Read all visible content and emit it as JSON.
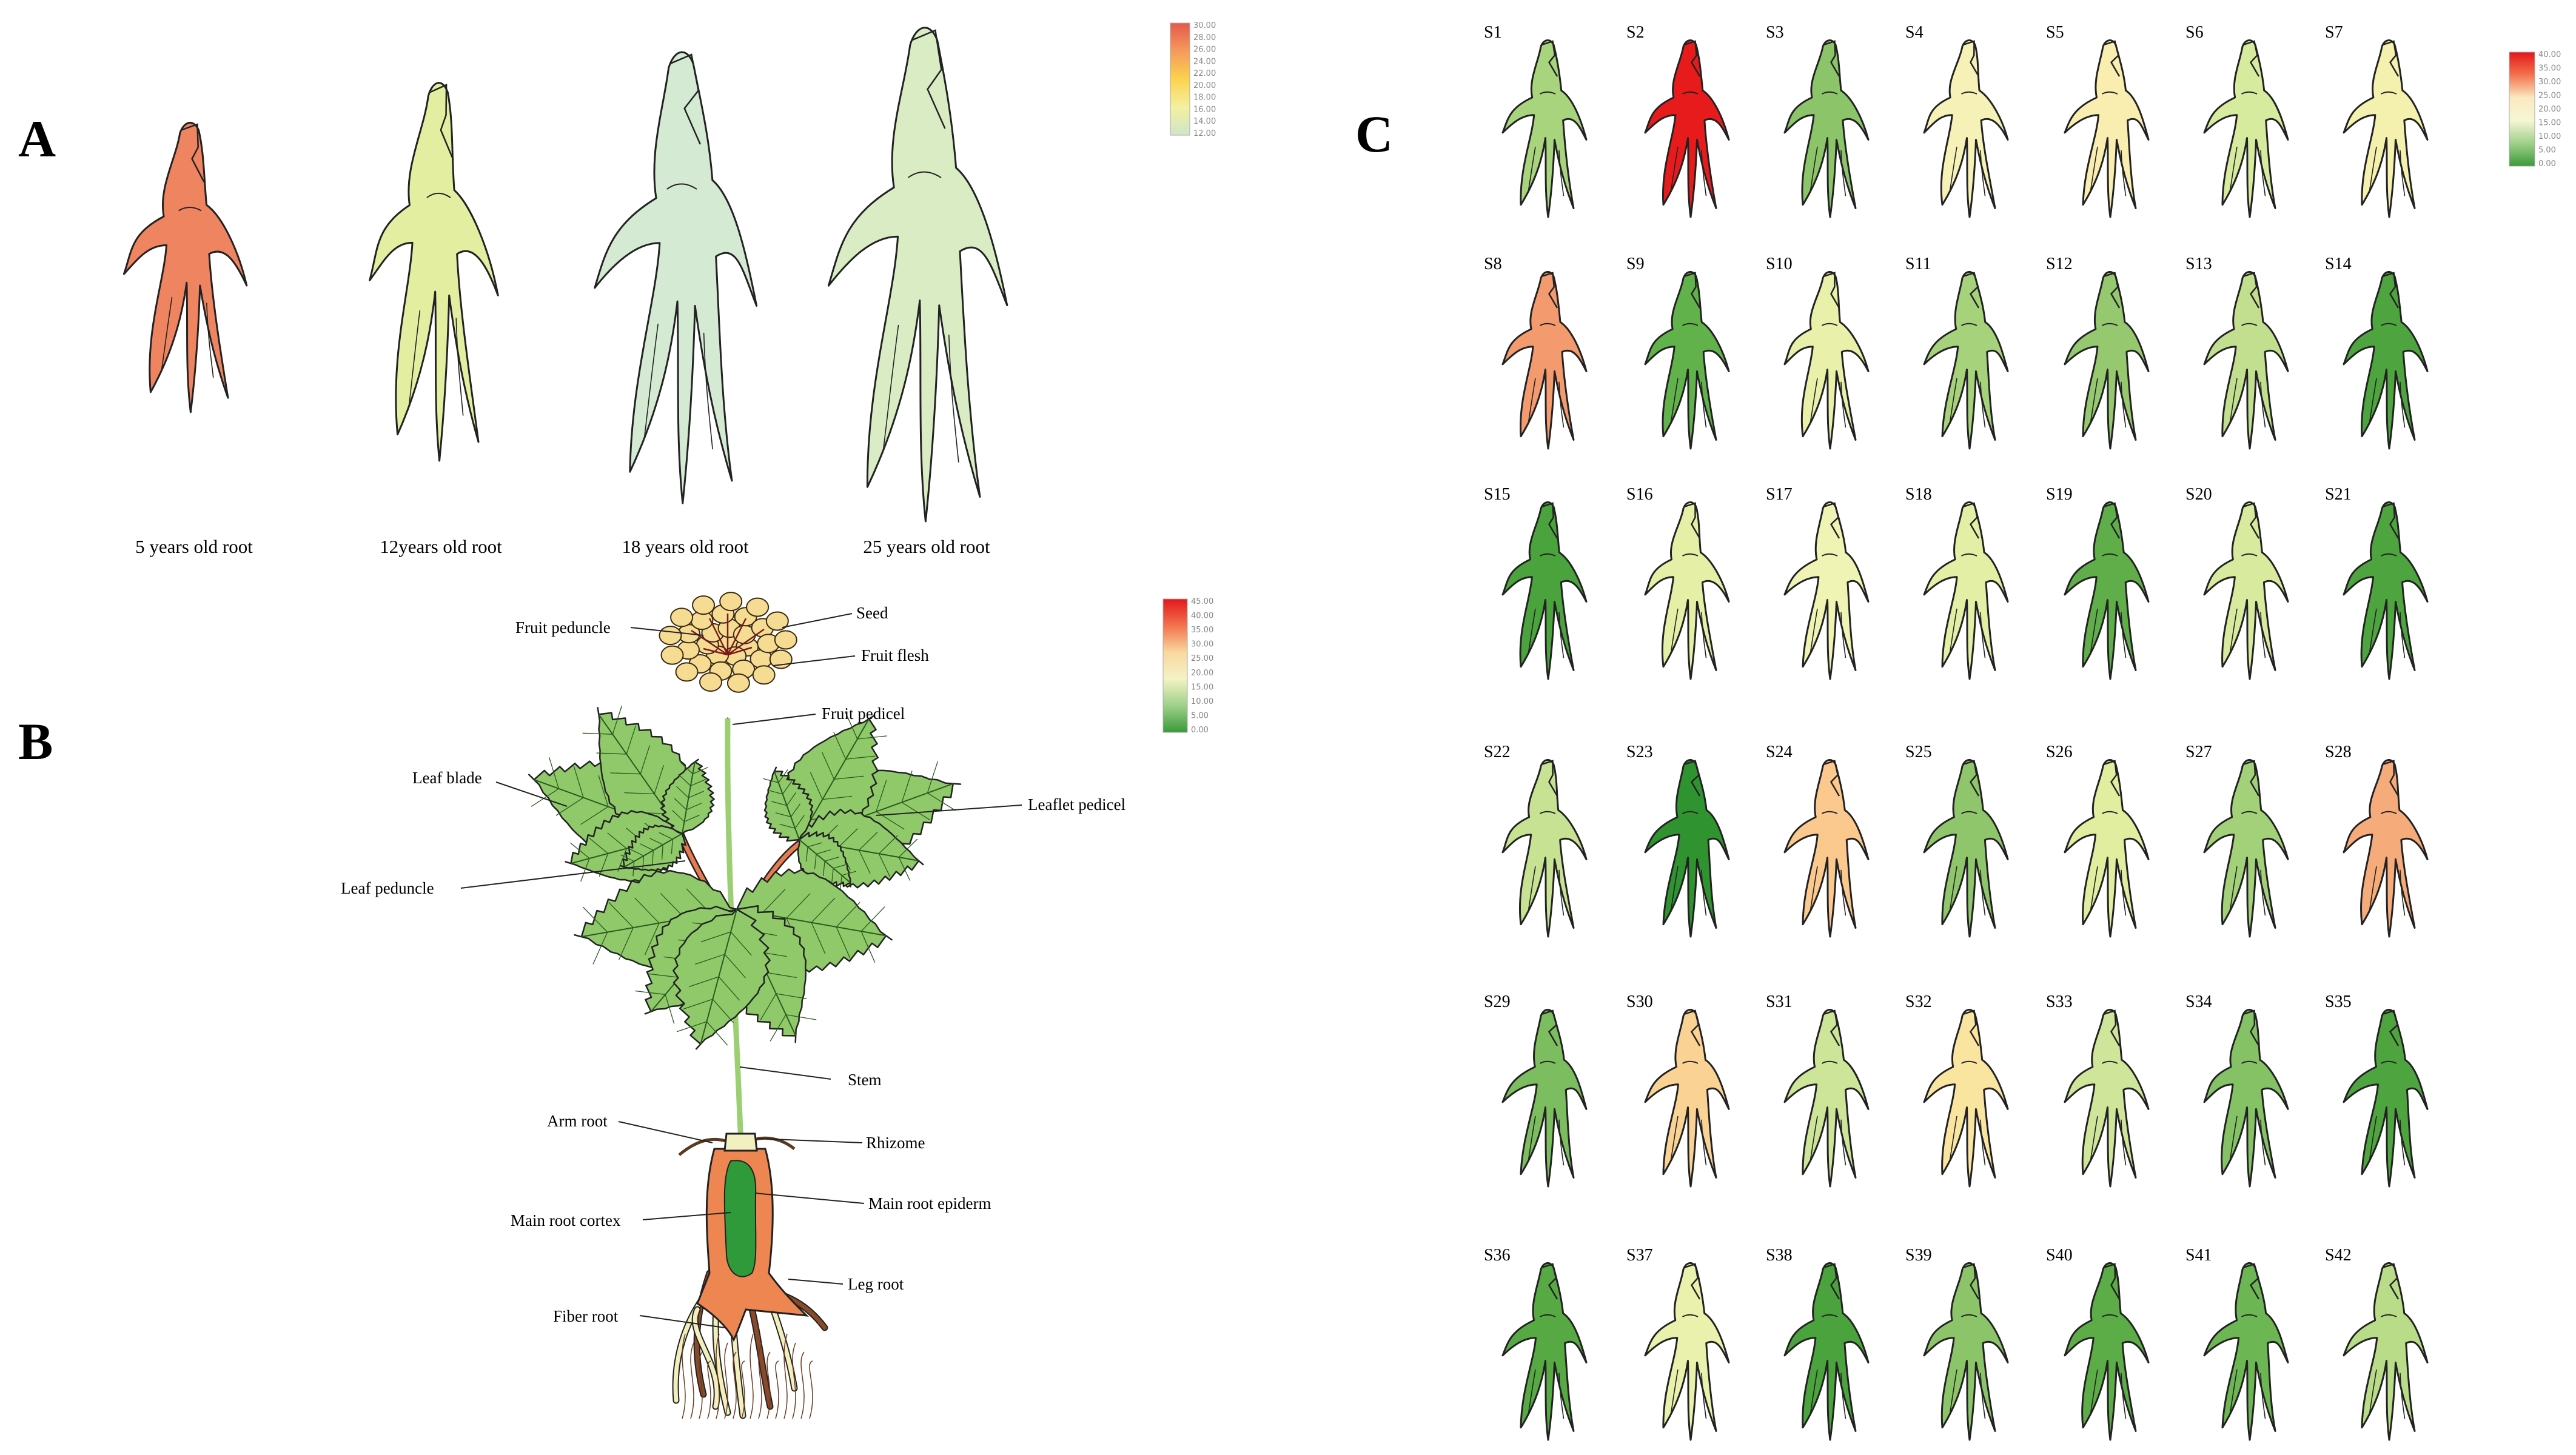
{
  "panels": {
    "a": "A",
    "b": "B",
    "c": "C"
  },
  "panel_a": {
    "captions": [
      "5 years old root",
      "12years old root",
      "18 years old root",
      "25 years old root"
    ],
    "scale": {
      "ticks": [
        "30.00",
        "28.00",
        "26.00",
        "24.00",
        "22.00",
        "20.00",
        "18.00",
        "16.00",
        "14.00",
        "12.00"
      ],
      "colors": [
        "#e4594b",
        "#f59a5c",
        "#fbd34c",
        "#f4f0a0",
        "#cfe6c8"
      ]
    },
    "root_colors": [
      "#ef8460",
      "#e4eea1",
      "#d5ead2",
      "#d9ecc4"
    ]
  },
  "panel_b": {
    "labels": {
      "seed": "Seed",
      "fruit_peduncle": "Fruit peduncle",
      "fruit_flesh": "Fruit flesh",
      "fruit_pedicel": "Fruit pedicel",
      "leaf_blade": "Leaf blade",
      "leaflet_pedicel": "Leaflet pedicel",
      "leaf_peduncle": "Leaf peduncle",
      "stem": "Stem",
      "arm_root": "Arm root",
      "rhizome": "Rhizome",
      "main_root_cortex": "Main root cortex",
      "main_root_epiderm": "Main root epiderm",
      "leg_root": "Leg root",
      "fiber_root": "Fiber root"
    },
    "scale": {
      "ticks": [
        "45.00",
        "40.00",
        "35.00",
        "30.00",
        "25.00",
        "20.00",
        "15.00",
        "10.00",
        "5.00",
        "0.00"
      ],
      "colors": [
        "#e3171c",
        "#f2734d",
        "#f9d8a0",
        "#f3f3c4",
        "#9ed08a",
        "#3a9a3a"
      ]
    }
  },
  "panel_c": {
    "samples": [
      {
        "id": "S1",
        "color": "#a7d47c"
      },
      {
        "id": "S2",
        "color": "#e81b1c"
      },
      {
        "id": "S3",
        "color": "#8cc569"
      },
      {
        "id": "S4",
        "color": "#f6f2b7"
      },
      {
        "id": "S5",
        "color": "#f9eeb0"
      },
      {
        "id": "S6",
        "color": "#d7eb9e"
      },
      {
        "id": "S7",
        "color": "#f4f0ae"
      },
      {
        "id": "S8",
        "color": "#f39a6e"
      },
      {
        "id": "S9",
        "color": "#61b24b"
      },
      {
        "id": "S10",
        "color": "#e8f0aa"
      },
      {
        "id": "S11",
        "color": "#a5d27b"
      },
      {
        "id": "S12",
        "color": "#95c86f"
      },
      {
        "id": "S13",
        "color": "#c2df8f"
      },
      {
        "id": "S14",
        "color": "#4ea43e"
      },
      {
        "id": "S15",
        "color": "#4aa33c"
      },
      {
        "id": "S16",
        "color": "#e5f0a6"
      },
      {
        "id": "S17",
        "color": "#eff3b3"
      },
      {
        "id": "S18",
        "color": "#e4efa6"
      },
      {
        "id": "S19",
        "color": "#5fae49"
      },
      {
        "id": "S20",
        "color": "#d7ea9d"
      },
      {
        "id": "S21",
        "color": "#4ea43e"
      },
      {
        "id": "S22",
        "color": "#c8e294"
      },
      {
        "id": "S23",
        "color": "#2f9330"
      },
      {
        "id": "S24",
        "color": "#fbc98e"
      },
      {
        "id": "S25",
        "color": "#8fc66b"
      },
      {
        "id": "S26",
        "color": "#e1ee9f"
      },
      {
        "id": "S27",
        "color": "#a3d179"
      },
      {
        "id": "S28",
        "color": "#f5ab7a"
      },
      {
        "id": "S29",
        "color": "#7cbe5f"
      },
      {
        "id": "S30",
        "color": "#f9d294"
      },
      {
        "id": "S31",
        "color": "#cde598"
      },
      {
        "id": "S32",
        "color": "#f9e4a0"
      },
      {
        "id": "S33",
        "color": "#cfe69a"
      },
      {
        "id": "S34",
        "color": "#84c265"
      },
      {
        "id": "S35",
        "color": "#4ea43e"
      },
      {
        "id": "S36",
        "color": "#57a944"
      },
      {
        "id": "S37",
        "color": "#eaf1ac"
      },
      {
        "id": "S38",
        "color": "#4aa33c"
      },
      {
        "id": "S39",
        "color": "#8cc569"
      },
      {
        "id": "S40",
        "color": "#5cac47"
      },
      {
        "id": "S41",
        "color": "#6cb653"
      },
      {
        "id": "S42",
        "color": "#b9dc88"
      }
    ],
    "scale": {
      "ticks": [
        "40.00",
        "35.00",
        "30.00",
        "25.00",
        "20.00",
        "15.00",
        "10.00",
        "5.00",
        "0.00"
      ],
      "colors": [
        "#e3171c",
        "#f2734d",
        "#fbe9c0",
        "#f6f6d4",
        "#9ed08a",
        "#3a9a3a"
      ]
    }
  }
}
